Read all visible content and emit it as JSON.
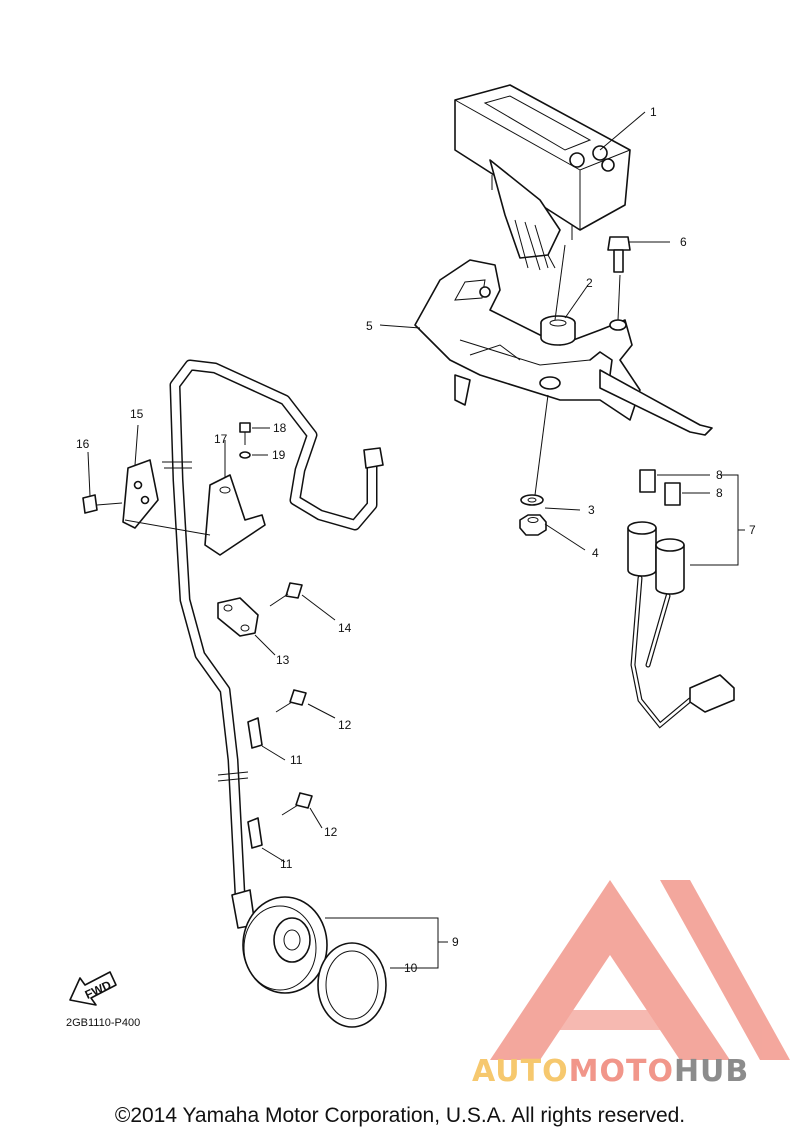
{
  "diagram": {
    "callouts": [
      "1",
      "2",
      "3",
      "4",
      "5",
      "6",
      "7",
      "8",
      "8",
      "9",
      "10",
      "11",
      "11",
      "12",
      "12",
      "13",
      "14",
      "15",
      "16",
      "17",
      "18",
      "19"
    ],
    "part_code": "2GB1110-P400",
    "fwd_label": "FWD",
    "copyright": "©2014 Yamaha Motor Corporation, U.S.A. All rights reserved."
  },
  "watermark": {
    "part_a": "AUTO",
    "part_b": "MOTO",
    "part_c": "HUB",
    "colors": {
      "auto": "#f6c86e",
      "moto": "#f1968a",
      "hub": "#8c8c8c",
      "logo": "#f2988c"
    }
  }
}
